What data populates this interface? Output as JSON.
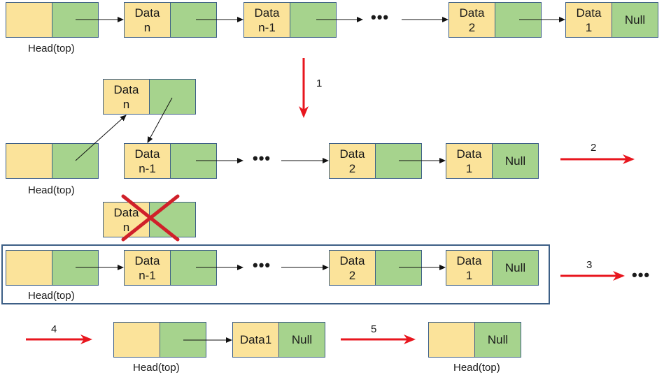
{
  "colors": {
    "data_fill": "#fbe39a",
    "next_fill": "#a6d38d",
    "border": "#3d5f86",
    "red": "#e8161e",
    "frame": "#3d5f86"
  },
  "labels": {
    "head": "Head(top)",
    "data": "Data",
    "n": "n",
    "n_minus_1": "n-1",
    "two": "2",
    "one": "1",
    "null": "Null",
    "data1": "Data1",
    "dots": "•••"
  },
  "steps": [
    "1",
    "2",
    "3",
    "4",
    "5"
  ],
  "row1": {
    "nodes": [
      {
        "data": "",
        "next": ""
      },
      {
        "data": "Data\nn",
        "next": ""
      },
      {
        "data": "Data\nn-1",
        "next": ""
      },
      {
        "data": "Data\n2",
        "next": ""
      },
      {
        "data": "Data\n1",
        "next": "Null"
      }
    ]
  },
  "row2": {
    "popped": {
      "data": "Data\nn",
      "next": ""
    },
    "nodes": [
      {
        "data": "",
        "next": ""
      },
      {
        "data": "Data\nn-1",
        "next": ""
      },
      {
        "data": "Data\n2",
        "next": ""
      },
      {
        "data": "Data\n1",
        "next": "Null"
      }
    ]
  },
  "row3": {
    "deleted": {
      "data": "Data\nn",
      "next": ""
    },
    "nodes": [
      {
        "data": "",
        "next": ""
      },
      {
        "data": "Data\nn-1",
        "next": ""
      },
      {
        "data": "Data\n2",
        "next": ""
      },
      {
        "data": "Data\n1",
        "next": "Null"
      }
    ]
  },
  "row4": {
    "nodes": [
      {
        "data": "",
        "next": ""
      },
      {
        "data": "Data1",
        "next": "Null"
      }
    ]
  },
  "row5": {
    "nodes": [
      {
        "data": "",
        "next": "Null"
      }
    ]
  }
}
